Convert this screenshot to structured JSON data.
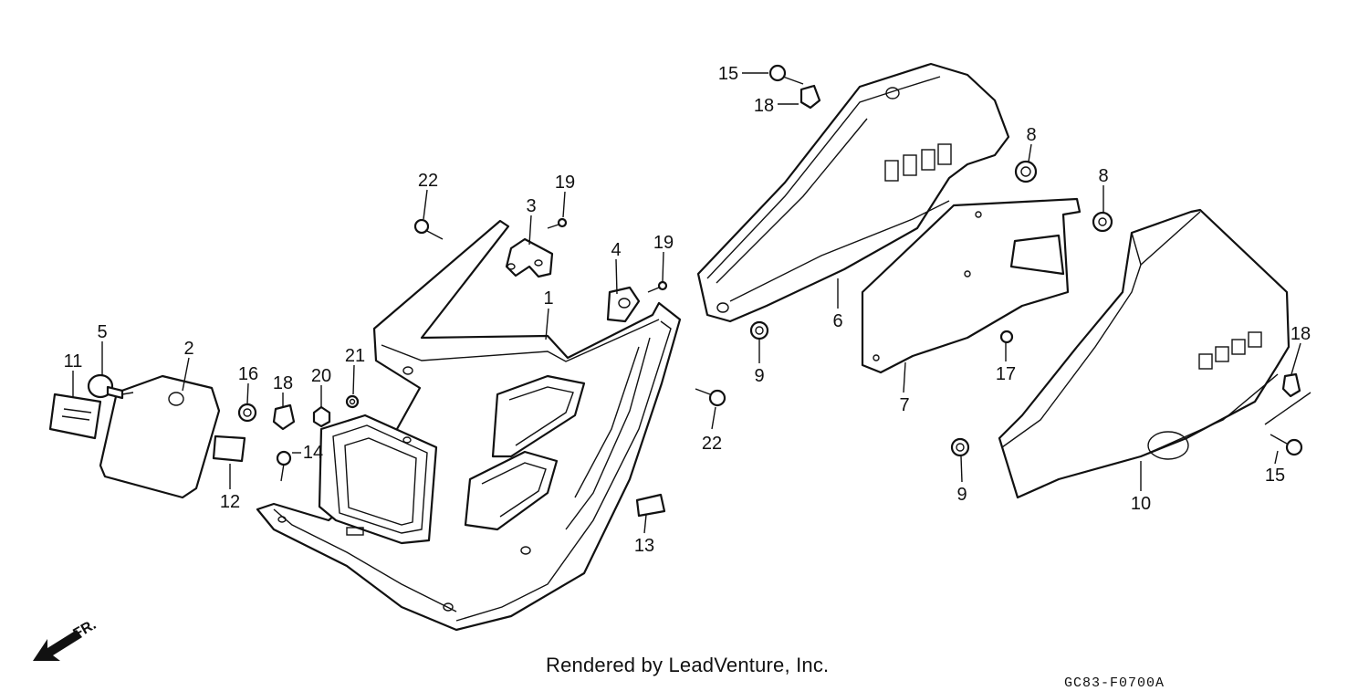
{
  "diagram": {
    "callouts": [
      {
        "id": "c1",
        "text": "1"
      },
      {
        "id": "c2",
        "text": "2"
      },
      {
        "id": "c3",
        "text": "3"
      },
      {
        "id": "c4",
        "text": "4"
      },
      {
        "id": "c5",
        "text": "5"
      },
      {
        "id": "c6",
        "text": "6"
      },
      {
        "id": "c7",
        "text": "7"
      },
      {
        "id": "c8a",
        "text": "8"
      },
      {
        "id": "c8b",
        "text": "8"
      },
      {
        "id": "c9a",
        "text": "9"
      },
      {
        "id": "c9b",
        "text": "9"
      },
      {
        "id": "c10",
        "text": "10"
      },
      {
        "id": "c11",
        "text": "11"
      },
      {
        "id": "c12",
        "text": "12"
      },
      {
        "id": "c13",
        "text": "13"
      },
      {
        "id": "c14",
        "text": "14"
      },
      {
        "id": "c15a",
        "text": "15"
      },
      {
        "id": "c15b",
        "text": "15"
      },
      {
        "id": "c16",
        "text": "16"
      },
      {
        "id": "c17",
        "text": "17"
      },
      {
        "id": "c18a",
        "text": "18"
      },
      {
        "id": "c18b",
        "text": "18"
      },
      {
        "id": "c18c",
        "text": "18"
      },
      {
        "id": "c19a",
        "text": "19"
      },
      {
        "id": "c19b",
        "text": "19"
      },
      {
        "id": "c20",
        "text": "20"
      },
      {
        "id": "c21",
        "text": "21"
      },
      {
        "id": "c22a",
        "text": "22"
      },
      {
        "id": "c22b",
        "text": "22"
      }
    ],
    "front_indicator": "FR.",
    "credit": "Rendered by LeadVenture, Inc.",
    "diagram_code": "GC83-F0700A"
  }
}
